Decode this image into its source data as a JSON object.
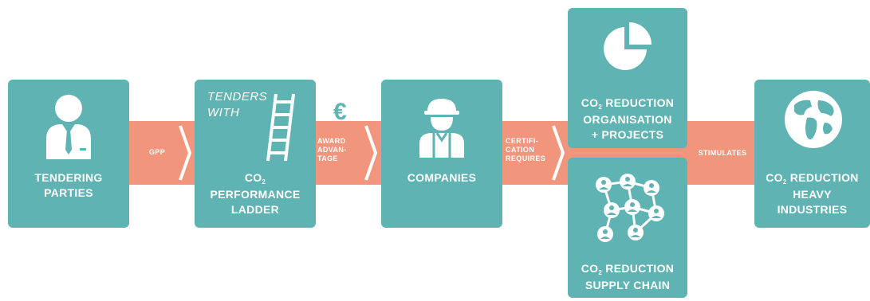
{
  "colors": {
    "teal": "#5fb3b3",
    "salmon": "#f2957d",
    "white": "#ffffff"
  },
  "boxes": {
    "tendering": {
      "line1": "TENDERING",
      "line2": "PARTIES",
      "icon": "businessman-icon"
    },
    "ladder": {
      "italic1": "TENDERS",
      "italic2": "WITH",
      "co": "CO",
      "sub": "2",
      "line2": "PERFORMANCE",
      "line3": "LADDER",
      "icon": "ladder-icon"
    },
    "companies": {
      "line1": "COMPANIES",
      "icon": "construction-worker-icon"
    },
    "organisation": {
      "co": "CO",
      "sub": "2",
      "rest": " REDUCTION",
      "line2": "ORGANISATION",
      "line3": "+ PROJECTS",
      "icon": "pie-chart-icon"
    },
    "supply": {
      "co": "CO",
      "sub": "2",
      "rest": " REDUCTION",
      "line2": "SUPPLY CHAIN",
      "icon": "network-icon"
    },
    "heavy": {
      "co": "CO",
      "sub": "2",
      "rest": " REDUCTION",
      "line2": "HEAVY",
      "line3": "INDUSTRIES",
      "icon": "globe-icon"
    }
  },
  "connectors": {
    "gpp": "GPP",
    "award": [
      "AWARD",
      "ADVAN-",
      "TAGE"
    ],
    "certification": [
      "CERTIFI-",
      "CATION",
      "REQUIRES"
    ],
    "stimulates": "STIMULATES"
  },
  "euro_symbol": "€"
}
